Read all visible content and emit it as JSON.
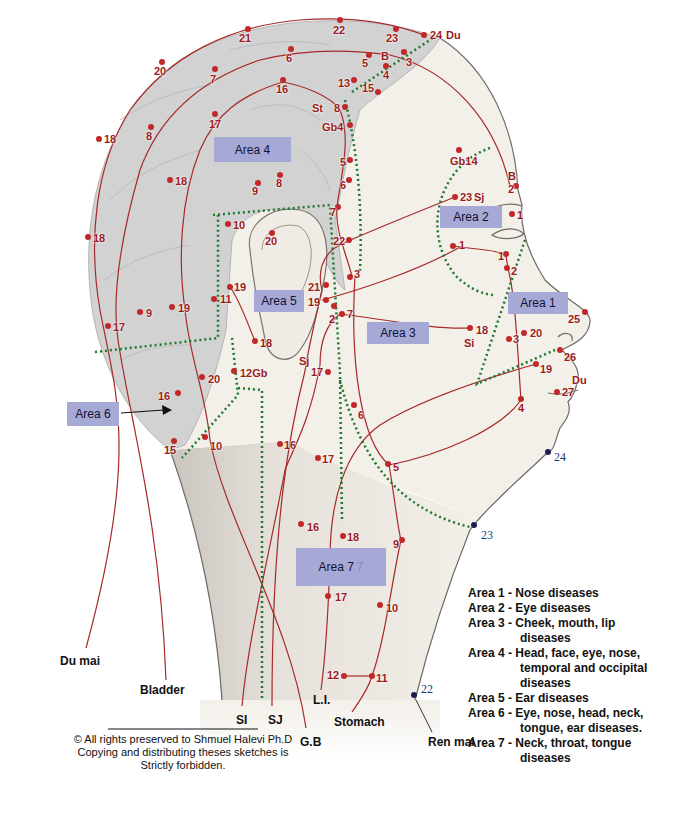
{
  "diagram": {
    "nodes": [
      {
        "text": [
          "Area 4"
        ]
      },
      {
        "text": [
          "Area 2"
        ]
      },
      {
        "text": [
          "Area 5"
        ]
      },
      {
        "text": [
          "Area 1"
        ]
      },
      {
        "text": [
          "Area 3"
        ]
      },
      {
        "text": [
          "Area 6"
        ]
      },
      {
        "text": [
          "Area 7",
          "7"
        ]
      }
    ],
    "labels": [
      "21",
      "22",
      "23",
      "24",
      "Du",
      "B",
      "3",
      "5",
      "4",
      "6",
      "20",
      "7",
      "16",
      "13",
      "15",
      "St",
      "8",
      "Gb4",
      "17",
      "8",
      "18",
      "5",
      "Gb14",
      "6",
      "23",
      "Sj",
      "B",
      "2",
      "18",
      "9",
      "8",
      "7",
      "1",
      "10",
      "20",
      "22",
      "1",
      "1",
      "2",
      "18",
      "3",
      "21",
      "19",
      "11",
      "19",
      "2",
      "7",
      "19",
      "9",
      "17",
      "18",
      "18",
      "Si",
      "3",
      "20",
      "25",
      "26",
      "19",
      "Du",
      "27",
      "Sj",
      "17",
      "12Gb",
      "20",
      "16",
      "15",
      "10",
      "6",
      "4",
      "5",
      "24",
      "16",
      "17",
      "16",
      "18",
      "9",
      "23",
      "17",
      "10",
      "12",
      "11",
      "22",
      "Du mai",
      "Bladder",
      "SI",
      "SJ",
      "G.B",
      "L.I.",
      "Stomach",
      "Ren mai",
      "Area 1 - Nose diseases",
      "Area 2 - Eye diseases",
      "Area 3 - Cheek, mouth, lip diseases",
      "Area 4 - Head, face, eye, nose, temporal and occipital diseases",
      "Area 5 - Ear diseases",
      "Area 6 - Eye, nose, head, neck, tongue, ear diseases.",
      "Area 7 - Neck, throat, tongue diseases",
      "© All rights preserved to Shmuel Halevi Ph.D",
      "Copying and distributing theses sketches is Strictly forbidden."
    ]
  }
}
